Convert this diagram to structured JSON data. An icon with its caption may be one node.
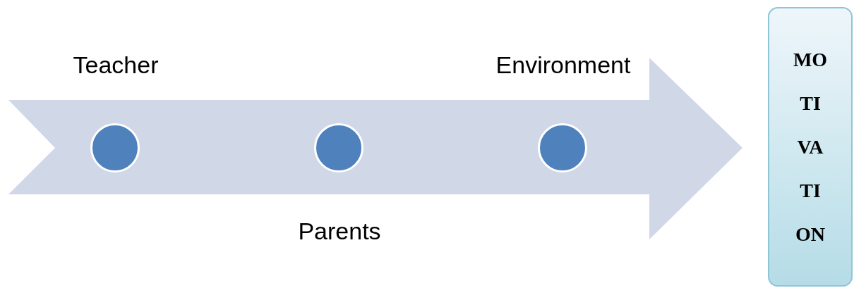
{
  "diagram": {
    "nodes": [
      {
        "text": [],
        "shape": "circle",
        "beside": [
          "Teacher"
        ]
      },
      {
        "text": [],
        "shape": "circle",
        "beside": [
          "Parents"
        ]
      },
      {
        "text": [],
        "shape": "circle",
        "beside": [
          "Environment"
        ]
      },
      {
        "text": [
          "MO TI VA TI ON"
        ]
      }
    ]
  }
}
